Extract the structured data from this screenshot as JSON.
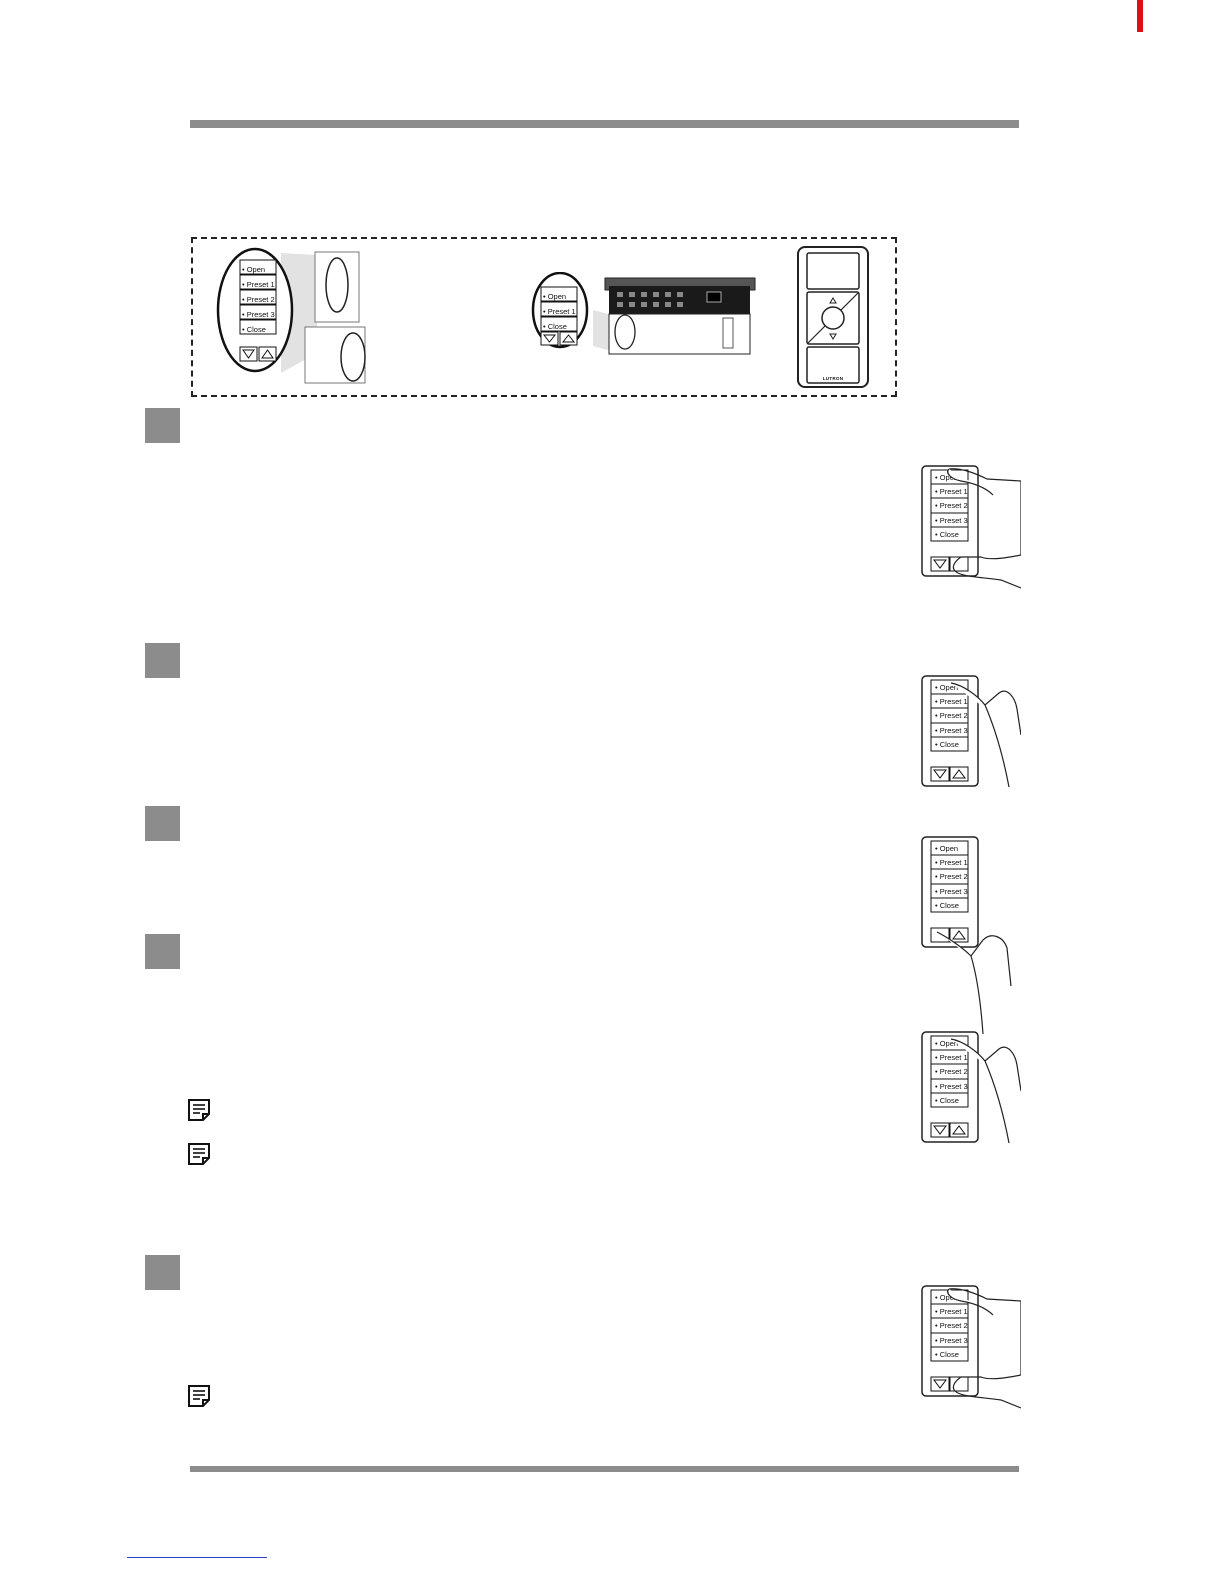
{
  "keypad": {
    "buttons": [
      "Open",
      "Preset 1",
      "Preset 2",
      "Preset 3",
      "Close"
    ]
  },
  "pico": {
    "brand": "LUTRON"
  },
  "icons": {
    "step_marker": "gray-square",
    "note": "note-icon",
    "down_arrow": "triangle-down-icon",
    "up_arrow": "triangle-up-icon",
    "hand": "pointing-hand-icon"
  },
  "colors": {
    "rule": "#8c8c8c",
    "accent_red": "#dd1111",
    "link_blue": "#2a44c8"
  }
}
